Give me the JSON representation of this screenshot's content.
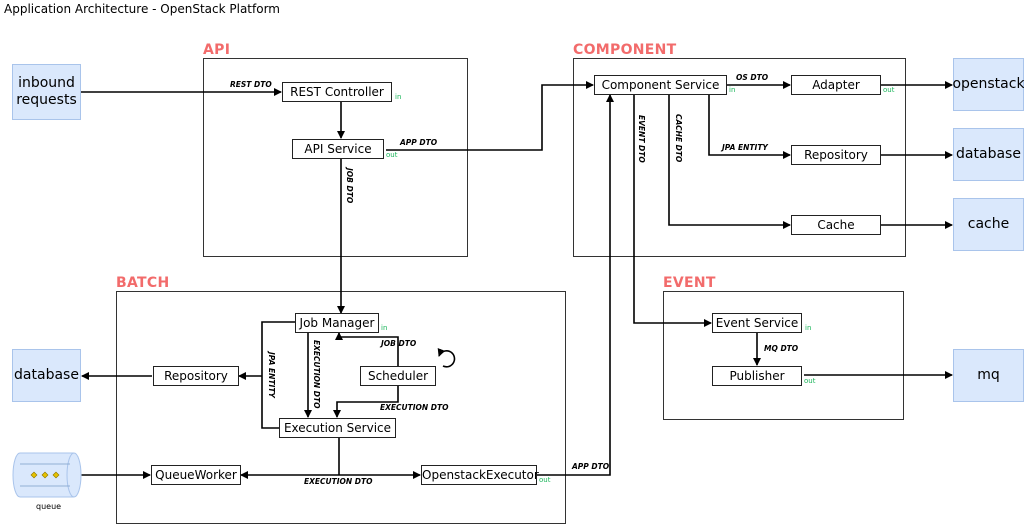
{
  "title": "Application Architecture - OpenStack Platform",
  "groups": {
    "api": "API",
    "component": "COMPONENT",
    "batch": "BATCH",
    "event": "EVENT"
  },
  "nodes": {
    "rest_controller": "REST Controller",
    "api_service": "API Service",
    "component_service": "Component Service",
    "adapter": "Adapter",
    "repository_component": "Repository",
    "cache_component": "Cache",
    "job_manager": "Job Manager",
    "scheduler": "Scheduler",
    "repository_batch": "Repository",
    "execution_service": "Execution Service",
    "queue_worker": "QueueWorker",
    "openstack_executor": "OpenstackExecutor",
    "event_service": "Event Service",
    "publisher": "Publisher"
  },
  "external": {
    "inbound_line1": "inbound",
    "inbound_line2": "requests",
    "openstack": "openstack",
    "database_component": "database",
    "cache": "cache",
    "database_batch": "database",
    "mq": "mq",
    "queue": "queue"
  },
  "ports": {
    "in": "in",
    "out": "out"
  },
  "edge_labels": {
    "rest_dto": "REST DTO",
    "app_dto_api": "APP DTO",
    "job_dto_api": "JOB DTO",
    "os_dto": "OS DTO",
    "event_dto": "EVENT DTO",
    "cache_dto": "CACHE DTO",
    "jpa_entity_component": "JPA ENTITY",
    "jpa_entity_batch": "JPA ENTITY",
    "execution_dto_vertical": "EXECUTION DTO",
    "job_dto_scheduler": "JOB DTO",
    "execution_dto_scheduler": "EXECUTION DTO",
    "execution_dto_bottom": "EXECUTION DTO",
    "app_dto_batch": "APP DTO",
    "mq_dto": "MQ DTO"
  },
  "colors": {
    "group_label": "#f26b6b",
    "external_fill": "#dae8fc",
    "port": "#1bb55a"
  }
}
